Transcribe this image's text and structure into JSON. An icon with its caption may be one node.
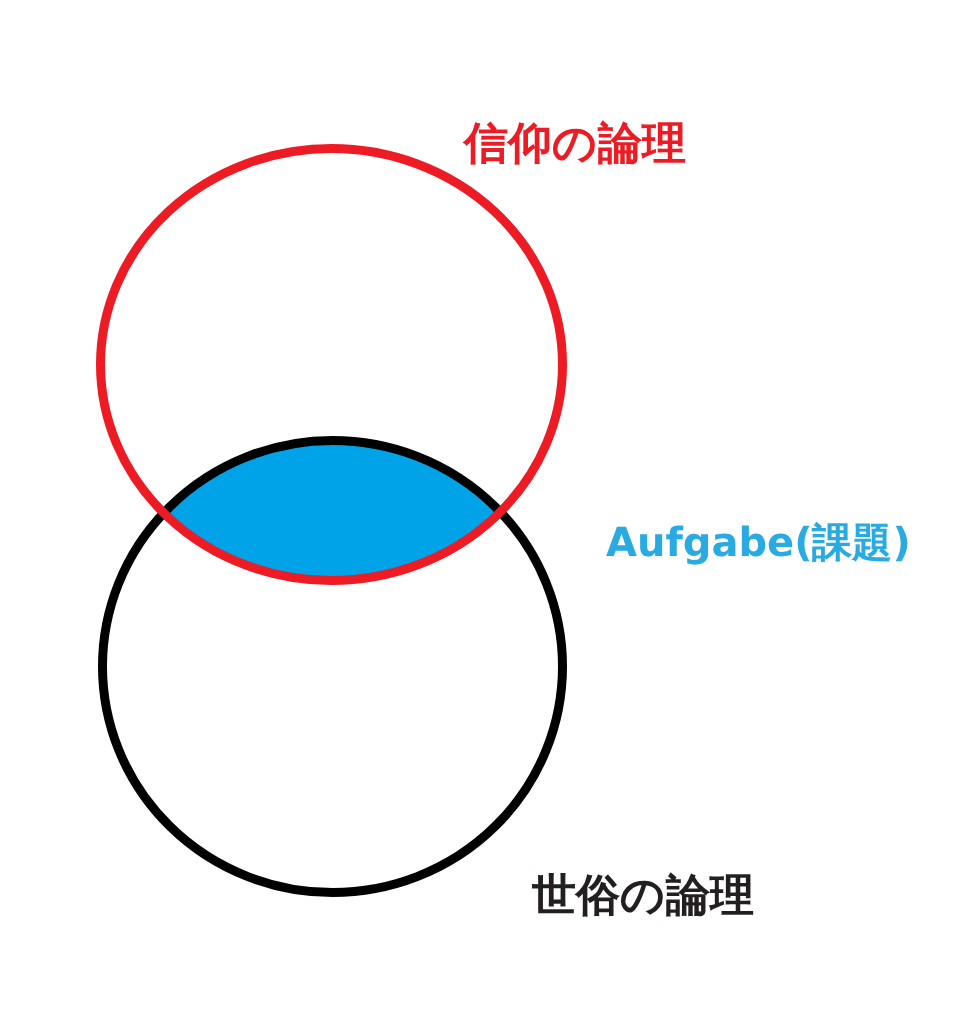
{
  "diagram": {
    "nodes": [
      {
        "text": [
          "信仰の論理"
        ]
      },
      {
        "text": [
          "Aufgabe(課題)"
        ]
      },
      {
        "text": [
          "世俗の論理"
        ]
      }
    ]
  }
}
